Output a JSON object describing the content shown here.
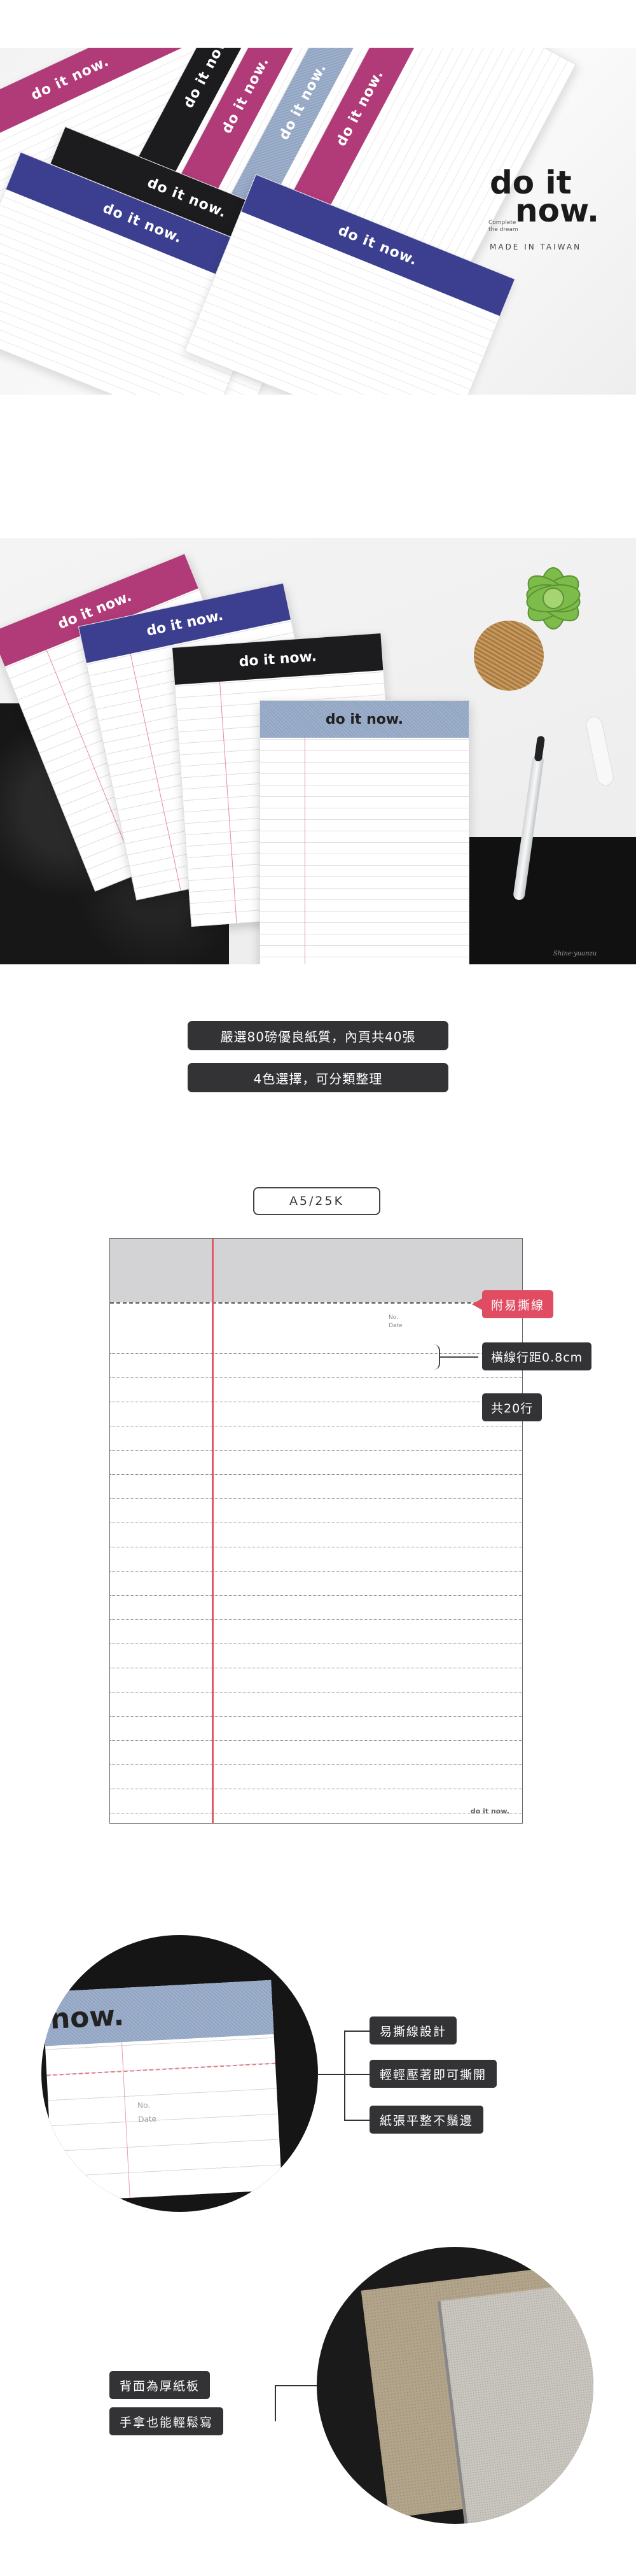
{
  "hero": {
    "pads": [
      {
        "label": "do it now."
      },
      {
        "label": "do it now."
      },
      {
        "label": "do it now."
      },
      {
        "label": "do it now."
      },
      {
        "label": "do it now."
      },
      {
        "label": "do it now."
      },
      {
        "label": "do it now."
      },
      {
        "label": "do it now."
      }
    ],
    "brand_title_line1": "do it",
    "brand_title_line2": "now.",
    "brand_sub": "Complete the dream",
    "made_in": "MADE IN TAIWAN"
  },
  "photo2": {
    "pads": [
      {
        "label": "do it now."
      },
      {
        "label": "do it now."
      },
      {
        "label": "do it now."
      },
      {
        "label": "do it now."
      }
    ],
    "watermark": "Shine·yuanzu"
  },
  "features": {
    "pill1": "嚴選80磅優良紙質，內頁共40張",
    "pill2": "4色選擇，可分類整理"
  },
  "size": {
    "label": "A5/25K",
    "no_label": "No.",
    "date_label": "Date",
    "footer_mark": "do it now.",
    "callout_tear": "附易撕線",
    "callout_spacing": "橫線行距0.8cm",
    "callout_rows": "共20行"
  },
  "detail1": {
    "word": "now.",
    "no_label": "No.",
    "date_label": "Date",
    "labels": [
      "易撕線設計",
      "輕輕壓著即可撕開",
      "紙張平整不鬚邊"
    ]
  },
  "detail2": {
    "labels": [
      "背面為厚紙板",
      "手拿也能輕鬆寫"
    ]
  }
}
